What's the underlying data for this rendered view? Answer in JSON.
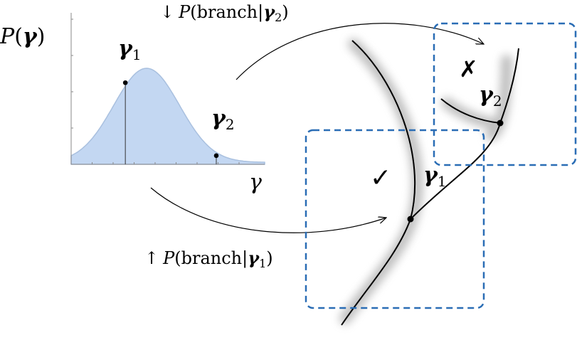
{
  "distribution": {
    "ylabel_func": "P",
    "ylabel_open": "(",
    "ylabel_var": "γ",
    "ylabel_close": ")",
    "xlabel": "γ",
    "point1": {
      "symbol": "γ",
      "sub": "1",
      "gamma": 0.28,
      "density": 0.85
    },
    "point2": {
      "symbol": "γ",
      "sub": "2",
      "gamma": 0.75,
      "density": 0.09
    },
    "fill_color": "#c3d7f2",
    "stroke_color": "#a9c0df"
  },
  "arrows": {
    "top": {
      "arrow": "↓",
      "func": "P",
      "open": "(branch|",
      "var": "γ",
      "sub": "2",
      "close": ")"
    },
    "bottom": {
      "arrow": "↑",
      "func": "P",
      "open": "(branch|",
      "var": "γ",
      "sub": "1",
      "close": ")"
    }
  },
  "tree": {
    "junction1": {
      "symbol": "γ",
      "sub": "1"
    },
    "junction2": {
      "symbol": "γ",
      "sub": "2"
    },
    "accept_mark": "✓",
    "reject_mark": "✗",
    "box_color": "#2a6db5"
  }
}
